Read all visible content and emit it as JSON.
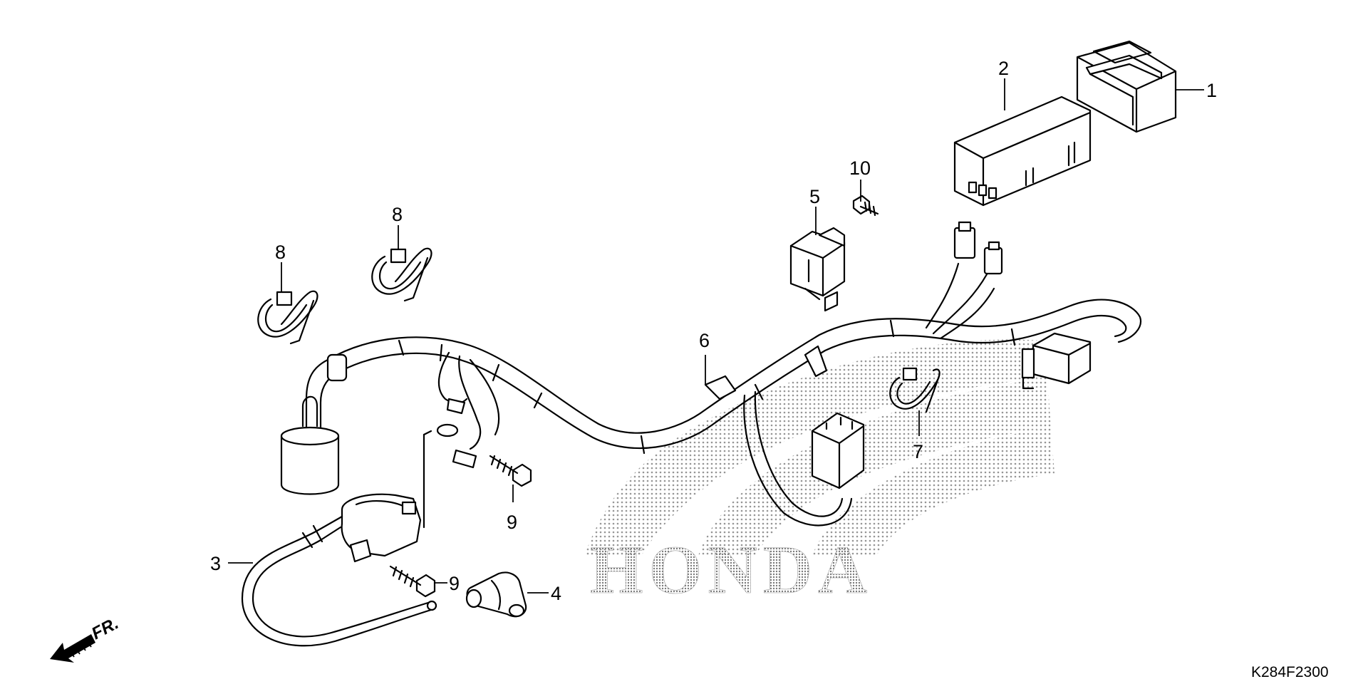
{
  "diagram": {
    "watermark": "HONDA",
    "direction_label": "FR.",
    "drawing_code": "K284F2300",
    "callouts": {
      "c1": "1",
      "c2": "2",
      "c3": "3",
      "c4": "4",
      "c5": "5",
      "c6": "6",
      "c7": "7",
      "c8a": "8",
      "c8b": "8",
      "c9a": "9",
      "c9b": "9",
      "c10": "10"
    }
  }
}
